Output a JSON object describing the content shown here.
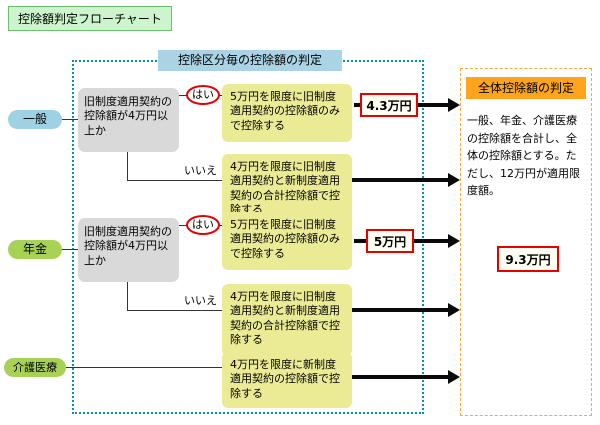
{
  "title": "控除額判定フローチャート",
  "flow_section": {
    "header": "控除区分毎の控除額の判定",
    "yes_label": "はい",
    "no_label": "いいえ",
    "categories": [
      {
        "label": "一般"
      },
      {
        "label": "年金"
      },
      {
        "label": "介護医療"
      }
    ],
    "decisions": [
      {
        "text": "旧制度適用契約の控除額が4万円以上か"
      },
      {
        "text": "旧制度適用契約の控除額が4万円以上か"
      }
    ],
    "outcomes": [
      {
        "text": "5万円を限度に旧制度適用契約の控除額のみで控除する",
        "amount": "4.3万円"
      },
      {
        "text": "4万円を限度に旧制度適用契約と新制度適用契約の合計控除額で控除する"
      },
      {
        "text": "5万円を限度に旧制度適用契約の控除額のみで控除する",
        "amount": "5万円"
      },
      {
        "text": "4万円を限度に旧制度適用契約と新制度適用契約の合計控除額で控除する"
      },
      {
        "text": "4万円を限度に新制度適用契約の控除額で控除する"
      }
    ]
  },
  "summary_section": {
    "header": "全体控除額の判定",
    "body": "一般、年金、介護医療の控除額を合計し、全体の控除額とする。ただし、12万円が適用限度額。",
    "total": "9.3万円"
  },
  "colors": {
    "category_blue": "#9cd2e4",
    "category_green": "#a7d255",
    "decision_gray": "#d9d9d9",
    "outcome_yellow": "#ebeb95",
    "flow_header_blue": "#aad4e6",
    "flow_border_teal": "#0294ad",
    "summary_header_orange": "#ffa41c",
    "summary_border_orange": "#f5a83e",
    "highlight_red": "#e60000",
    "title_border_green": "#6cc06c",
    "title_bg_green": "#cdf5cd"
  }
}
